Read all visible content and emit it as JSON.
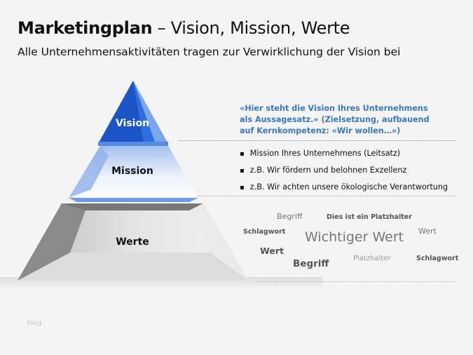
{
  "title": {
    "bold": "Marketingplan",
    "rest": " – Vision, Mission, Werte"
  },
  "subtitle": "Alle Unternehmensaktivitäten tragen zur Verwirklichung der Vision bei",
  "pyramid": {
    "vision": "Vision",
    "mission": "Mission",
    "werte": "Werte"
  },
  "vision_statement": "«Hier steht die Vision Ihres Unternehmens als Aussagesatz.» (Zielsetzung, aufbauend auf Kernkompetenz: «Wir wollen…»)",
  "mission_items": [
    "Mission Ihres Unternehmens (Leitsatz)",
    "z.B. Wir fördern und belohnen Exzellenz",
    "z.B. Wir achten unsere ökologische Verantwortung"
  ],
  "word_cloud": [
    "Begriff",
    "Dies ist ein Platzhalter",
    "Schlagwort",
    "Wichtiger Wert",
    "Wert",
    "Wert",
    "Begriff",
    "Platzhalter",
    "Schlagwort"
  ],
  "footer": "blog",
  "colors": {
    "vision": "#1f5fd6",
    "accent_text": "#3a78c4"
  }
}
